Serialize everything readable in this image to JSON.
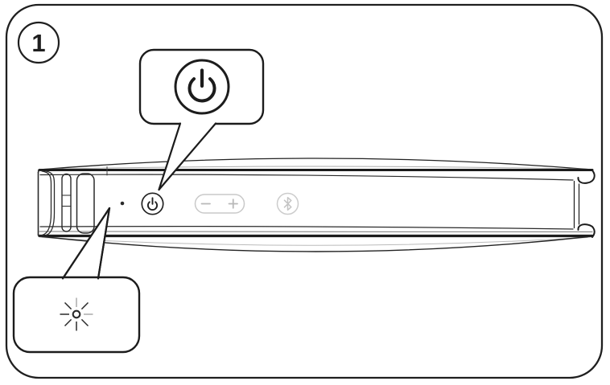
{
  "figure": {
    "step_number": "1",
    "colors": {
      "line": "#1f1f1f",
      "muted_line": "#9a9a9a",
      "light_control": "#c9c9c9",
      "background": "#ffffff"
    },
    "callouts": [
      {
        "id": "power-callout",
        "icon": "power-icon"
      },
      {
        "id": "led-callout",
        "icon": "led-blink-icon"
      }
    ],
    "device": {
      "kind": "portable-speaker-side-view",
      "controls": [
        {
          "icon": "status-led-dot"
        },
        {
          "icon": "power-icon"
        },
        {
          "icon": "volume-minus-icon"
        },
        {
          "icon": "volume-plus-icon"
        },
        {
          "icon": "bluetooth-icon"
        }
      ]
    }
  }
}
